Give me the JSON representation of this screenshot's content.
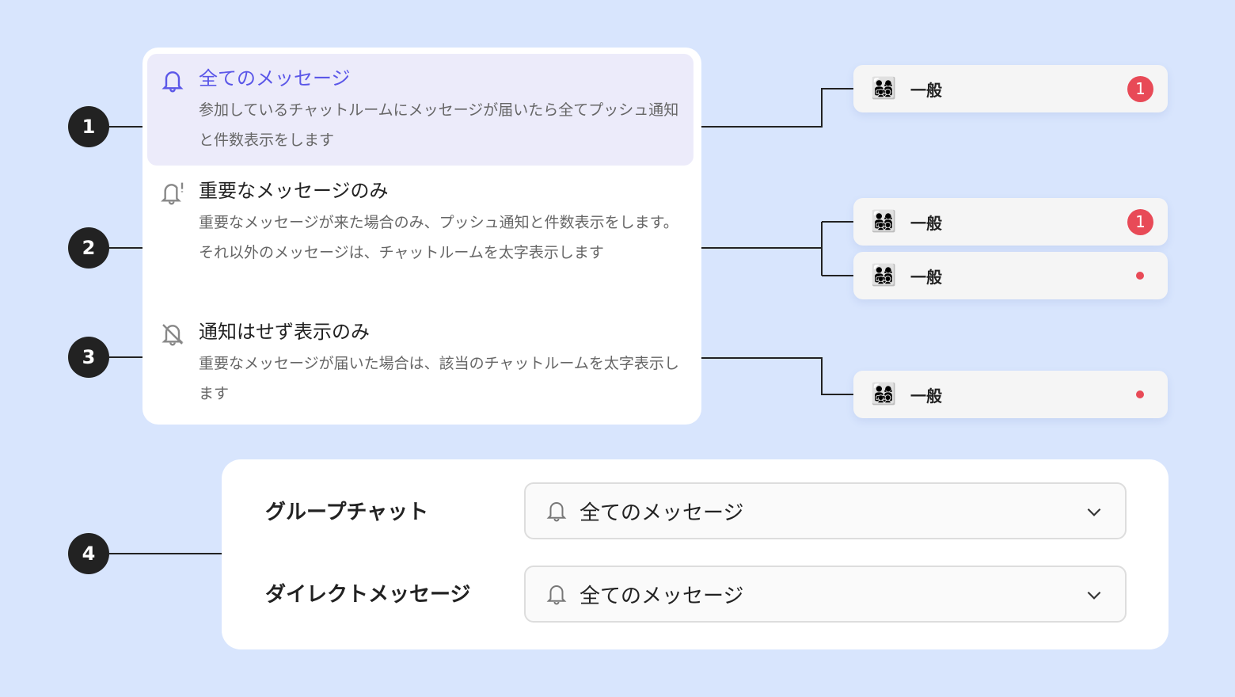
{
  "markers": [
    "1",
    "2",
    "3",
    "4"
  ],
  "options": [
    {
      "title": "全てのメッセージ",
      "desc": "参加しているチャットルームにメッセージが届いたら全てプッシュ通知と件数表示をします",
      "icon": "bell-icon"
    },
    {
      "title": "重要なメッセージのみ",
      "desc": "重要なメッセージが来た場合のみ、プッシュ通知と件数表示をします。それ以外のメッセージは、チャットルームを太字表示します",
      "icon": "bell-exclamation-icon"
    },
    {
      "title": "通知はせず表示のみ",
      "desc": "重要なメッセージが届いた場合は、該当のチャットルームを太字表示します",
      "icon": "bell-off-icon"
    }
  ],
  "rooms": [
    {
      "emoji": "👨‍👩‍👧‍👦",
      "name": "一般",
      "badge": "1"
    },
    {
      "emoji": "👨‍👩‍👧‍👦",
      "name": "一般",
      "badge": "1"
    },
    {
      "emoji": "👨‍👩‍👧‍👦",
      "name": "一般",
      "badge": null
    },
    {
      "emoji": "👨‍👩‍👧‍👦",
      "name": "一般",
      "badge": null
    }
  ],
  "settings": [
    {
      "label": "グループチャット",
      "value": "全てのメッセージ"
    },
    {
      "label": "ダイレクトメッセージ",
      "value": "全てのメッセージ"
    }
  ],
  "colors": {
    "accent": "#5b57e8",
    "badge": "#e84a57",
    "background": "#d8e5fd"
  }
}
